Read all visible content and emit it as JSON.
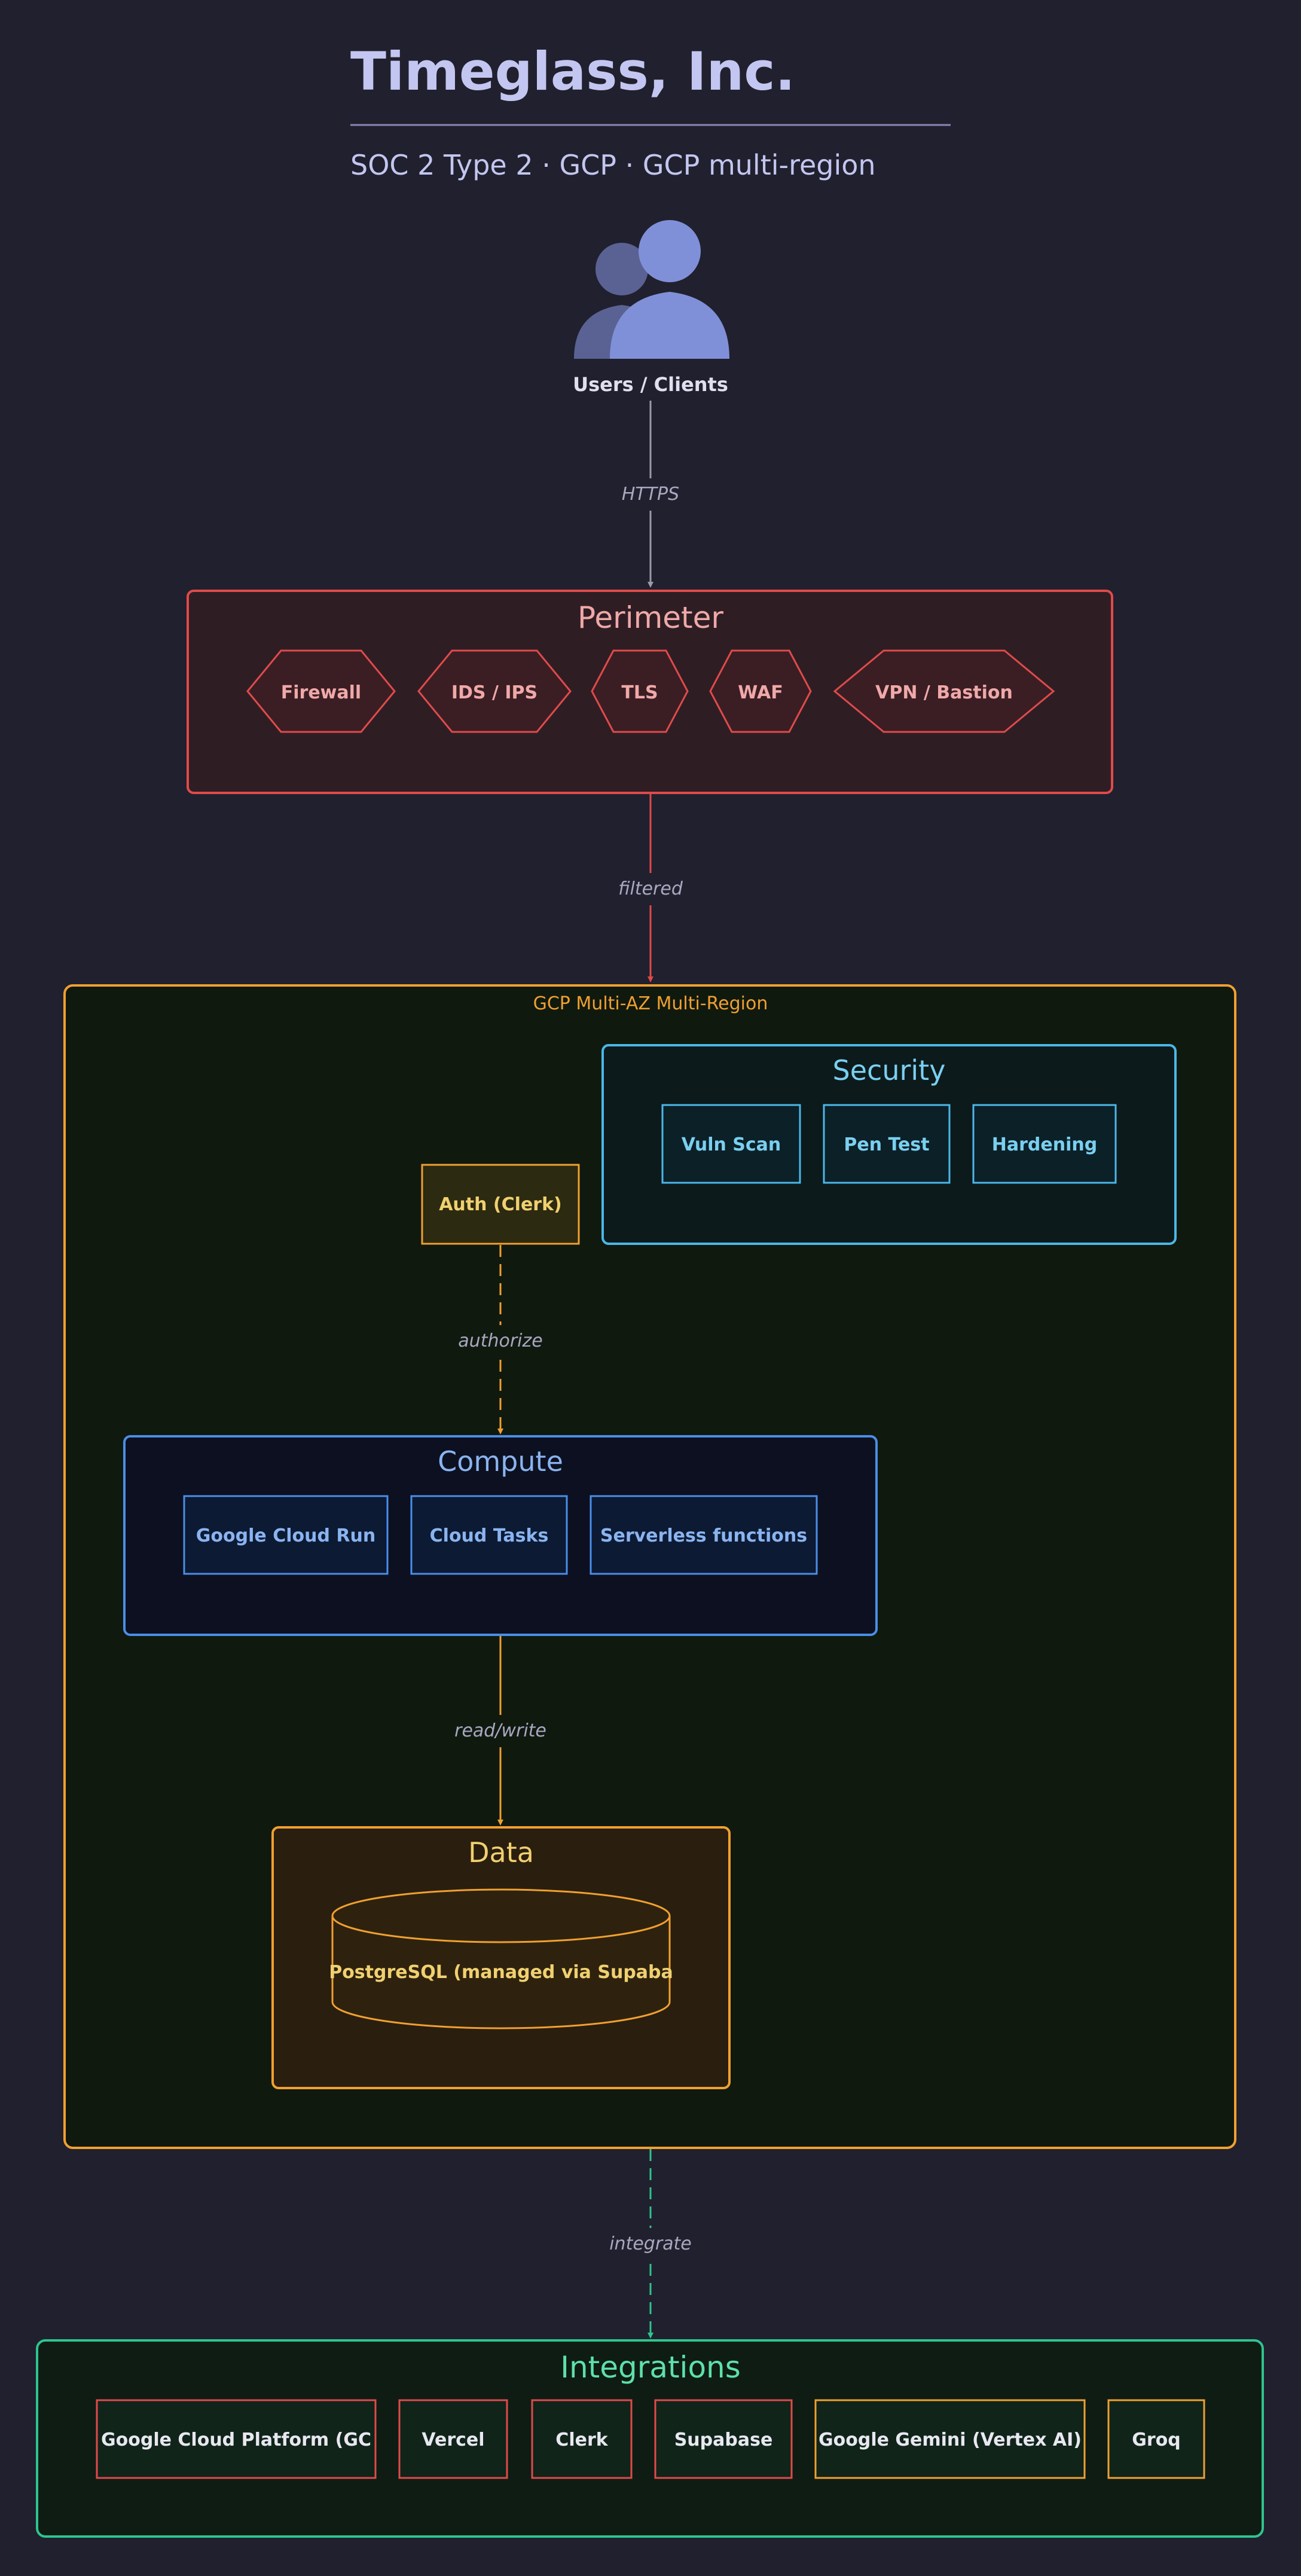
{
  "header": {
    "title": "Timeglass, Inc.",
    "subtitle": "SOC 2 Type 2 · GCP · GCP multi-region"
  },
  "users": {
    "label": "Users / Clients",
    "icon": "users-icon"
  },
  "edges": {
    "https": "HTTPS",
    "filtered": "filtered",
    "authorize": "authorize",
    "read_write": "read/write",
    "integrate": "integrate"
  },
  "perimeter": {
    "title": "Perimeter",
    "items": [
      "Firewall",
      "IDS / IPS",
      "TLS",
      "WAF",
      "VPN / Bastion"
    ]
  },
  "region": {
    "label": "GCP Multi-AZ Multi-Region"
  },
  "security": {
    "title": "Security",
    "items": [
      "Vuln Scan",
      "Pen Test",
      "Hardening"
    ]
  },
  "auth": {
    "label": "Auth (Clerk)"
  },
  "compute": {
    "title": "Compute",
    "items": [
      "Google Cloud Run",
      "Cloud Tasks",
      "Serverless functions"
    ]
  },
  "data": {
    "title": "Data",
    "db_label": "PostgreSQL (managed via Supaba"
  },
  "integrations": {
    "title": "Integrations",
    "items": [
      "Google Cloud Platform (GC",
      "Vercel",
      "Clerk",
      "Supabase",
      "Google Gemini (Vertex AI)",
      "Groq"
    ]
  },
  "colors": {
    "background": "#21202e",
    "title_text": "#c3c6f0",
    "perimeter": "#e04a4a",
    "region": "#f0a030",
    "security": "#4ab8e8",
    "compute": "#4a8ee8",
    "integrations": "#2ec48e",
    "users": "#8090d8"
  }
}
